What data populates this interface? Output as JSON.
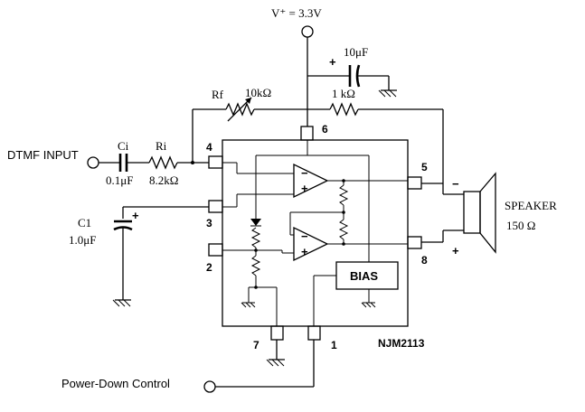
{
  "supply": {
    "label": "V⁺ = 3.3V"
  },
  "input": {
    "label": "DTMF INPUT"
  },
  "output": {
    "speaker_label": "SPEAKER",
    "speaker_value": "150 Ω",
    "minus": "−",
    "plus": "+"
  },
  "power_down": {
    "label": "Power-Down Control"
  },
  "chip": {
    "part_number": "NJM2113",
    "bias_label": "BIAS"
  },
  "components": {
    "Ci": {
      "name": "Ci",
      "value": "0.1μF"
    },
    "Ri": {
      "name": "Ri",
      "value": "8.2kΩ"
    },
    "Rf": {
      "name": "Rf",
      "value": "10kΩ"
    },
    "R1k": {
      "value": "1 kΩ"
    },
    "C1": {
      "name": "C1",
      "value": "1.0μF",
      "polarity": "+"
    },
    "C10": {
      "value": "10μF",
      "polarity": "+"
    }
  },
  "pins": {
    "p1": "1",
    "p2": "2",
    "p3": "3",
    "p4": "4",
    "p5": "5",
    "p6": "6",
    "p7": "7",
    "p8": "8"
  }
}
